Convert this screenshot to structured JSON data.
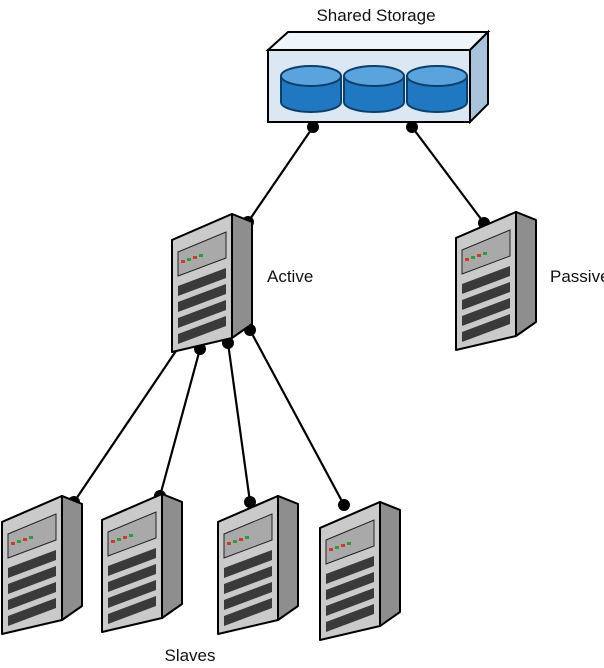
{
  "labels": {
    "storage": "Shared Storage",
    "active": "Active",
    "passive": "Passive",
    "slaves": "Slaves"
  },
  "icons": {
    "storage": "storage-array-icon",
    "server": "server-tower-icon"
  },
  "colors": {
    "storage_fill": "#dbe8f4",
    "disk_blue": "#1f78c1",
    "disk_top": "#5aa3dc",
    "server_front": "#c9c9c9",
    "server_side": "#8f8f8f",
    "server_top": "#e2e2e2",
    "line": "#000000"
  }
}
